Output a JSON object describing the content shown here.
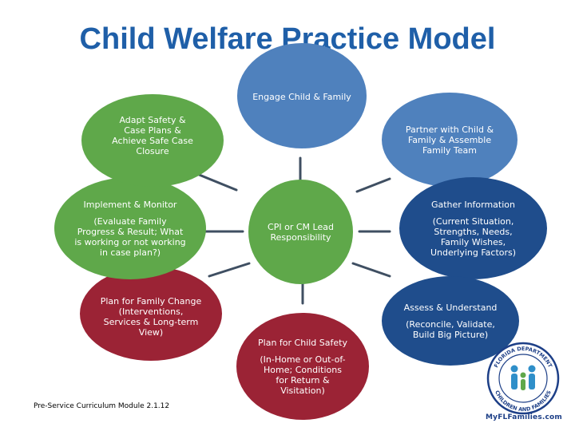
{
  "title": "Child Welfare Practice Model",
  "center": {
    "label": "CPI or CM Lead Responsibility",
    "color": "#5fa84a"
  },
  "nodes": {
    "engage": {
      "title": "Engage Child & Family",
      "color": "#4f81bd"
    },
    "partner": {
      "title": "Partner with Child & Family & Assemble Family Team",
      "color": "#4f81bd"
    },
    "gather": {
      "title": "Gather Information",
      "detail": "(Current Situation, Strengths, Needs, Family Wishes, Underlying Factors)",
      "color": "#1f4d8c"
    },
    "assess": {
      "title": "Assess & Understand",
      "detail": "(Reconcile, Validate, Build Big Picture)",
      "color": "#1f4d8c"
    },
    "safety": {
      "title": "Plan for Child Safety",
      "detail": "(In-Home or Out-of-Home; Conditions for Return & Visitation)",
      "color": "#9b2335"
    },
    "change": {
      "title": "Plan for Family Change",
      "detail": "(Interventions, Services & Long-term View)",
      "color": "#9b2335"
    },
    "implement": {
      "title": "Implement & Monitor",
      "detail": "(Evaluate Family Progress & Result; What is working or not working in case plan?)",
      "color": "#5fa84a"
    },
    "adapt": {
      "title": "Adapt Safety & Case Plans & Achieve Safe Case Closure",
      "color": "#5fa84a"
    }
  },
  "footer": "Pre-Service Curriculum Module 2.1.12",
  "logo": {
    "name": "florida-dcf-seal",
    "text": "MyFLFamilies.com",
    "color": "#1d3f87"
  }
}
